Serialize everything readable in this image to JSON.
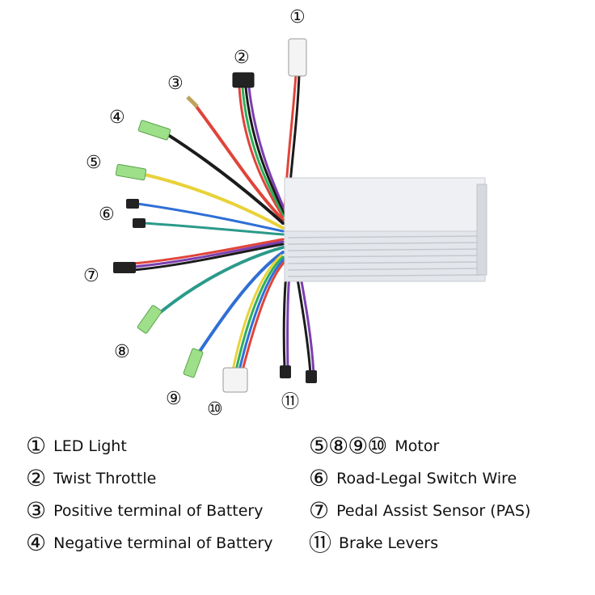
{
  "callouts": [
    {
      "id": "1",
      "glyph": "①"
    },
    {
      "id": "2",
      "glyph": "②"
    },
    {
      "id": "3",
      "glyph": "③"
    },
    {
      "id": "4",
      "glyph": "④"
    },
    {
      "id": "5",
      "glyph": "⑤"
    },
    {
      "id": "6",
      "glyph": "⑥"
    },
    {
      "id": "7",
      "glyph": "⑦"
    },
    {
      "id": "8",
      "glyph": "⑧"
    },
    {
      "id": "9",
      "glyph": "⑨"
    },
    {
      "id": "10",
      "glyph": "⑩"
    },
    {
      "id": "11",
      "glyph": "⑪"
    }
  ],
  "legend": {
    "left": [
      {
        "num": "①",
        "label": "LED Light"
      },
      {
        "num": "②",
        "label": "Twist Throttle"
      },
      {
        "num": "③",
        "label": "Positive terminal of Battery"
      },
      {
        "num": "④",
        "label": "Negative terminal of Battery"
      }
    ],
    "right": [
      {
        "num": "⑤⑧⑨⑩",
        "label": "Motor"
      },
      {
        "num": "⑥",
        "label": "Road-Legal Switch Wire"
      },
      {
        "num": "⑦",
        "label": "Pedal Assist Sensor (PAS)"
      },
      {
        "num": "⑪",
        "label": "Brake Levers"
      }
    ]
  },
  "colors": {
    "controller": "#e6e8ec",
    "red": "#e0443a",
    "black": "#1b1b1b",
    "yellow": "#e8d23a",
    "blue": "#2f6fd6",
    "green": "#2fae5a",
    "purple": "#7a3fb0",
    "teal": "#2c9a8a",
    "connector_green": "#9ee08a",
    "connector_white": "#f4f4f4"
  }
}
